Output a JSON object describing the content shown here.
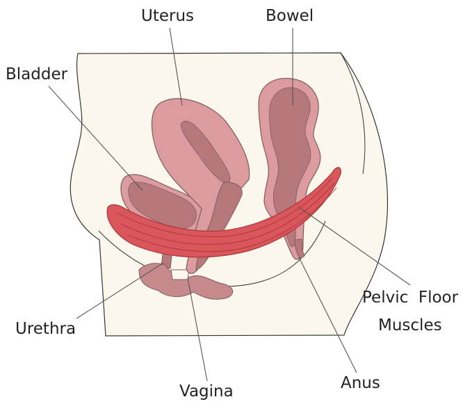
{
  "labels": {
    "uterus": "Uterus",
    "bowel": "Bowel",
    "bladder": "Bladder",
    "pelvic_floor_line1": "Pelvic  Floor",
    "pelvic_floor_line2": "Muscles",
    "urethra": "Urethra",
    "anus": "Anus",
    "vagina": "Vagina"
  },
  "colors": {
    "body_fill": "#fbf7ec",
    "outline": "#333333",
    "organ_light": "#dc9c9f",
    "organ_dark": "#b7787b",
    "organ_outline": "#7f5a5a",
    "muscle_fill": "#d9565b",
    "muscle_line": "#a8353a",
    "leader_line": "#555555"
  }
}
